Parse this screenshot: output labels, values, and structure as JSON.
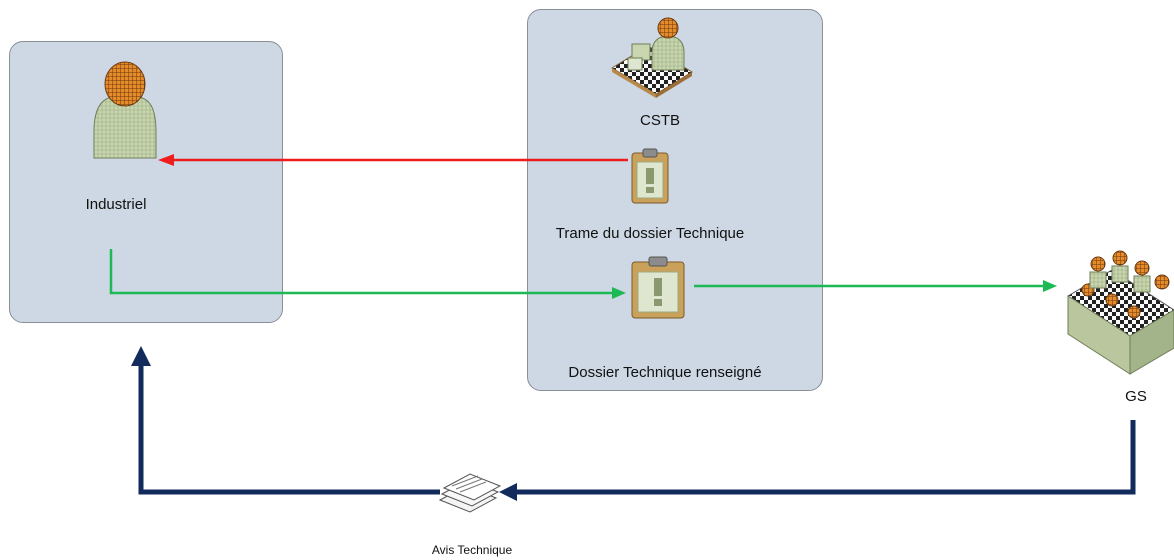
{
  "actors": {
    "industriel": "Industriel",
    "cstb": "CSTB",
    "gs": "GS"
  },
  "documents": {
    "trame": "Trame du dossier Technique",
    "dossier": "Dossier Technique renseigné",
    "avis": "Avis Technique"
  },
  "colors": {
    "red_arrow": "#ee1c1c",
    "green_arrow": "#1db954",
    "navy_arrow": "#132a5c",
    "box_fill": "#cdd8e4"
  }
}
